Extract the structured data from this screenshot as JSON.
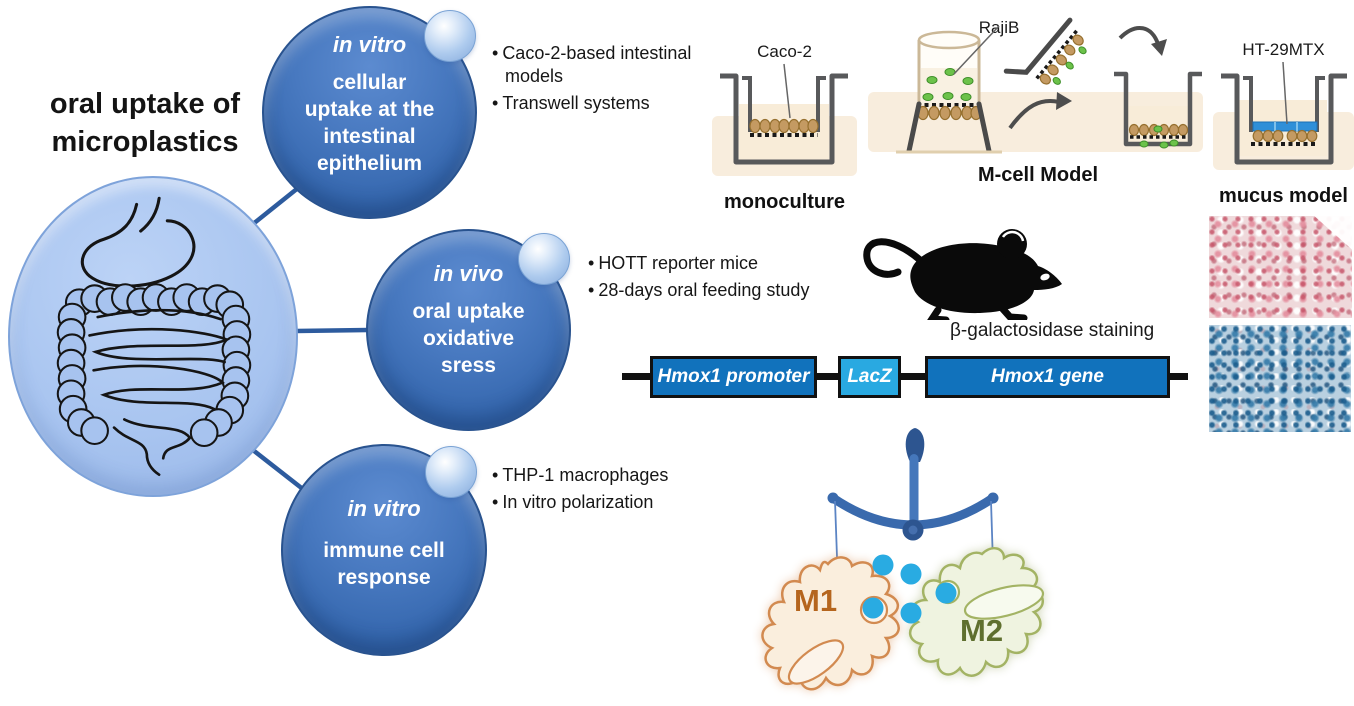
{
  "title": {
    "line1": "oral uptake of",
    "line2": "microplastics"
  },
  "nodes": {
    "node1": {
      "tag": "in vitro",
      "lines": [
        "cellular",
        "uptake at the",
        "intestinal",
        "epithelium"
      ]
    },
    "node2": {
      "tag": "in vivo",
      "lines": [
        "oral uptake",
        "oxidative",
        "sress"
      ]
    },
    "node3": {
      "tag": "in vitro",
      "lines": [
        "immune cell",
        "response"
      ]
    }
  },
  "bullets": {
    "group1": [
      "Caco-2-based intestinal models",
      "Transwell systems"
    ],
    "group2": [
      "HOTT reporter mice",
      "28-days oral feeding study"
    ],
    "group3": [
      "THP-1 macrophages",
      "In vitro polarization"
    ]
  },
  "models": {
    "monoculture": {
      "cell_label": "Caco-2",
      "caption": "monoculture"
    },
    "mcell": {
      "cell_label": "RajiB",
      "caption": "M-cell Model"
    },
    "mucus": {
      "cell_label": "HT-29MTX",
      "caption": "mucus model"
    }
  },
  "invivo": {
    "staining_label": "β-galactosidase staining",
    "gene_construct": {
      "promoter": "Hmox1 promoter",
      "reporter": "LacZ",
      "gene": "Hmox1 gene"
    }
  },
  "macrophages": {
    "m1_label": "M1",
    "m2_label": "M2"
  },
  "colors": {
    "node_fill": "#3567ae",
    "node_edge": "#29538f",
    "hub_fill": "#a9c5f0",
    "connector": "#2d5b9e",
    "gene_box": "#1172bc",
    "lacz_box": "#29a9e1",
    "particle_blue": "#29abe2",
    "m1_color": "#b5651d",
    "m2_color": "#5f6f2f",
    "cell_brown": "#c49a62",
    "raji_green": "#6cc24a"
  }
}
